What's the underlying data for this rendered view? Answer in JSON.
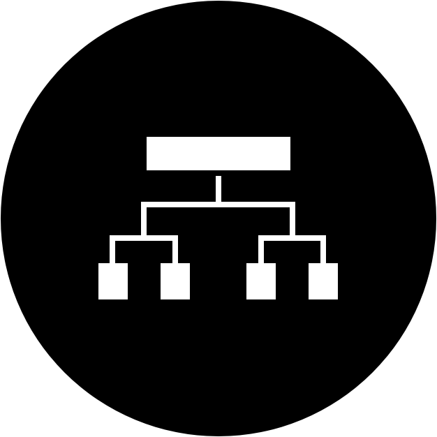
{
  "icon": {
    "name": "hierarchy-structure-icon",
    "background_color": "#ffffff",
    "circle_color": "#000000",
    "glyph_color": "#ffffff",
    "levels": 3,
    "root_nodes": 1,
    "branch_nodes": 2,
    "leaf_nodes": 4
  }
}
